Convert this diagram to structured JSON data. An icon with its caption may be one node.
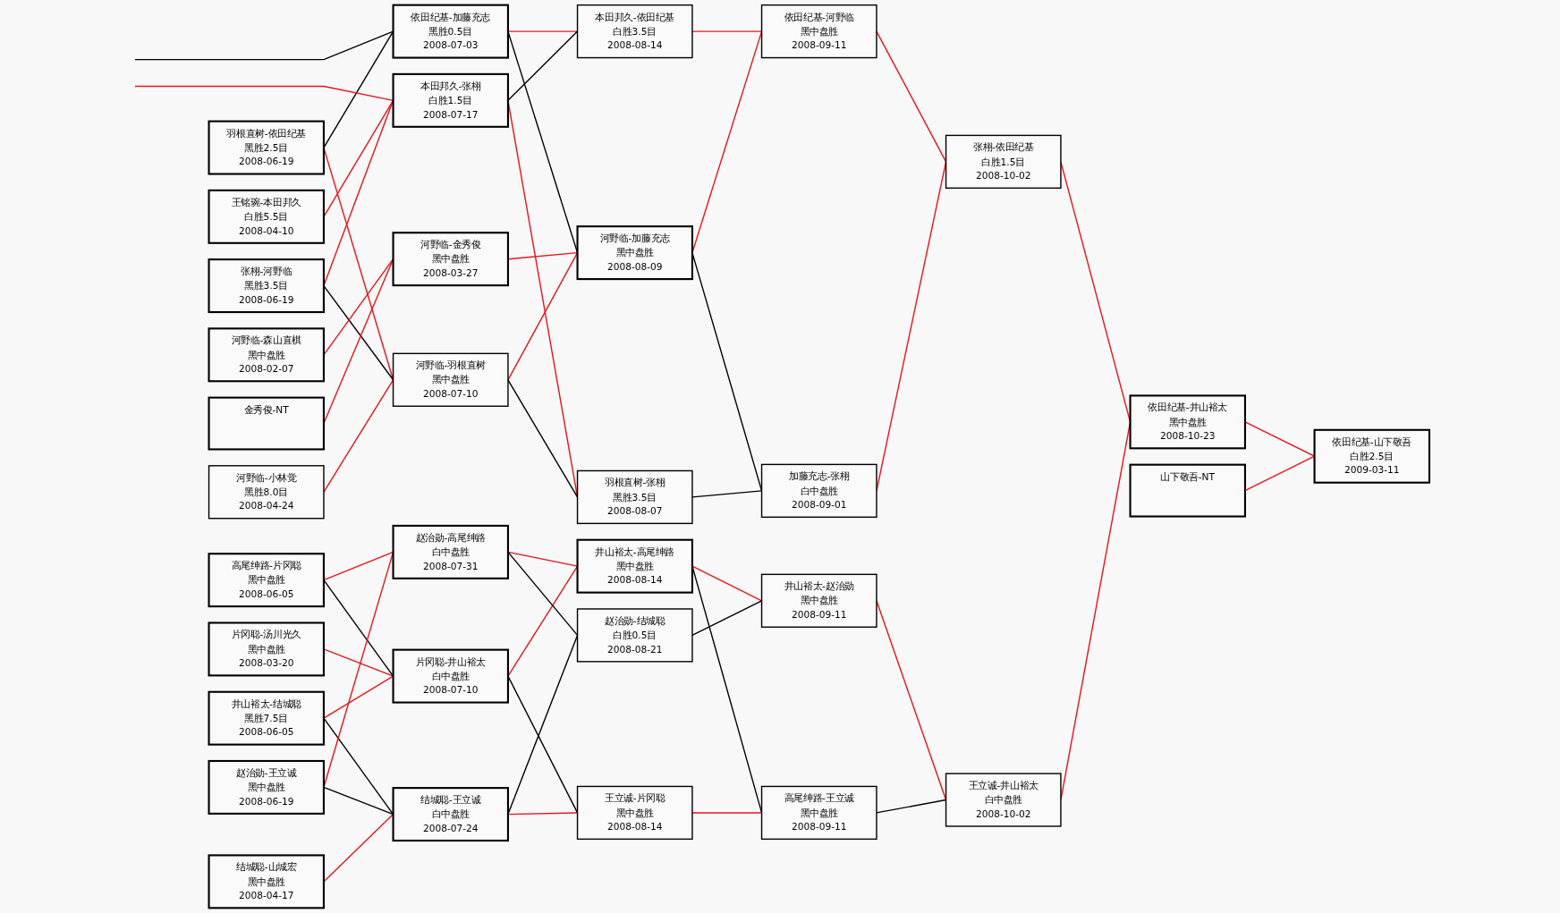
{
  "diagram": {
    "nodes": [
      {
        "text": [
          "羽根直树-依田纪基",
          "黑胜2.5目",
          "2008-06-19"
        ]
      },
      {
        "text": [
          "张栩-河野临",
          "黑胜3.5目",
          "2008-06-19"
        ]
      },
      {
        "text": [
          "王铭琬-本田邦久",
          "白胜5.5目",
          "2008-04-10"
        ]
      },
      {
        "text": [
          "河野临-森山直棋",
          "黑中盘胜",
          "2008-02-07"
        ]
      },
      {
        "text": [
          "金秀俊-NT"
        ]
      },
      {
        "text": [
          "河野临-小林觉",
          "黑胜8.0目",
          "2008-04-24"
        ]
      },
      {
        "text": [
          "井山裕太-结城聪",
          "黑胜7.5目",
          "2008-06-05"
        ]
      },
      {
        "text": [
          "片冈聪-汤川光久",
          "黑中盘胜",
          "2008-03-20"
        ]
      },
      {
        "text": [
          "高尾绅路-片冈聪",
          "黑中盘胜",
          "2008-06-05"
        ]
      },
      {
        "text": [
          "赵治勋-王立诚",
          "黑中盘胜",
          "2008-06-19"
        ]
      },
      {
        "text": [
          "结城聪-山城宏",
          "黑中盘胜",
          "2008-04-17"
        ]
      },
      {
        "text": [
          "依田纪基-加藤充志",
          "黑胜0.5目",
          "2008-07-03"
        ]
      },
      {
        "text": [
          "本田邦久-张栩",
          "白胜1.5目",
          "2008-07-17"
        ]
      },
      {
        "text": [
          "河野临-金秀俊",
          "黑中盘胜",
          "2008-03-27"
        ]
      },
      {
        "text": [
          "河野临-羽根直树",
          "黑中盘胜",
          "2008-07-10"
        ]
      },
      {
        "text": [
          "片冈聪-井山裕太",
          "白中盘胜",
          "2008-07-10"
        ]
      },
      {
        "text": [
          "赵治勋-高尾绅路",
          "白中盘胜",
          "2008-07-31"
        ]
      },
      {
        "text": [
          "结城聪-王立诚",
          "白中盘胜",
          "2008-07-24"
        ]
      },
      {
        "text": [
          "本田邦久-依田纪基",
          "白胜3.5目",
          "2008-08-14"
        ]
      },
      {
        "text": [
          "河野临-加藤充志",
          "黑中盘胜",
          "2008-08-09"
        ]
      },
      {
        "text": [
          "羽根直树-张栩",
          "黑胜3.5目",
          "2008-08-07"
        ]
      },
      {
        "text": [
          "井山裕太-高尾绅路",
          "黑中盘胜",
          "2008-08-14"
        ]
      },
      {
        "text": [
          "赵治勋-结城聪",
          "白胜0.5目",
          "2008-08-21"
        ]
      },
      {
        "text": [
          "王立诚-片冈聪",
          "黑中盘胜",
          "2008-08-14"
        ]
      },
      {
        "text": [
          "依田纪基-河野临",
          "黑中盘胜",
          "2008-09-11"
        ]
      },
      {
        "text": [
          "加藤充志-张栩",
          "白中盘胜",
          "2008-09-01"
        ]
      },
      {
        "text": [
          "井山裕太-赵治勋",
          "黑中盘胜",
          "2008-09-11"
        ]
      },
      {
        "text": [
          "高尾绅路-王立诚",
          "黑中盘胜",
          "2008-09-11"
        ]
      },
      {
        "text": [
          "张栩-依田纪基",
          "白胜1.5目",
          "2008-10-02"
        ]
      },
      {
        "text": [
          "王立诚-井山裕太",
          "白中盘胜",
          "2008-10-02"
        ]
      },
      {
        "text": [
          "山下敬吾-NT"
        ]
      },
      {
        "text": [
          "依田纪基-井山裕太",
          "黑中盘胜",
          "2008-10-23"
        ]
      },
      {
        "text": [
          "依田纪基-山下敬吾",
          "白胜2.5目",
          "2009-03-11"
        ]
      }
    ],
    "edges": [
      {
        "from": 0,
        "to": 11,
        "arrow": "none",
        "color": "#000000"
      },
      {
        "from": 0,
        "to": 14,
        "arrow": "none"
      },
      {
        "from": null,
        "to": 11,
        "arrow": "none",
        "color": "#000000"
      },
      {
        "from": 1,
        "to": 12,
        "arrow": "none"
      },
      {
        "from": null,
        "to": 12,
        "arrow": "none"
      },
      {
        "from": 1,
        "to": 14,
        "arrow": "none",
        "color": "#000000"
      },
      {
        "from": 2,
        "to": 12,
        "arrow": "none"
      },
      {
        "from": 3,
        "to": 13,
        "arrow": "none"
      },
      {
        "from": 4,
        "to": 13,
        "arrow": "none"
      },
      {
        "from": 5,
        "to": 14,
        "arrow": "none"
      },
      {
        "from": 6,
        "to": 15,
        "arrow": "none"
      },
      {
        "from": 6,
        "to": 17,
        "arrow": "none",
        "color": "#000000"
      },
      {
        "from": 7,
        "to": 15,
        "arrow": "none"
      },
      {
        "from": 8,
        "to": 15,
        "arrow": "none",
        "color": "#000000"
      },
      {
        "from": 8,
        "to": 16,
        "arrow": "none"
      },
      {
        "from": 9,
        "to": 16,
        "arrow": "none"
      },
      {
        "from": 9,
        "to": 17,
        "arrow": "none",
        "color": "#000000"
      },
      {
        "from": 10,
        "to": 17,
        "arrow": "none"
      },
      {
        "from": 11,
        "to": 18,
        "arrow": "none"
      },
      {
        "from": 11,
        "to": 19,
        "arrow": "none",
        "color": "#000000"
      },
      {
        "from": 12,
        "to": 18,
        "arrow": "none",
        "color": "#000000"
      },
      {
        "from": 12,
        "to": 20,
        "arrow": "none"
      },
      {
        "from": 13,
        "to": 19,
        "arrow": "none"
      },
      {
        "from": 14,
        "to": 19,
        "arrow": "none"
      },
      {
        "from": 14,
        "to": 20,
        "arrow": "none",
        "color": "#000000"
      },
      {
        "from": 15,
        "to": 21,
        "arrow": "none"
      },
      {
        "from": 15,
        "to": 23,
        "arrow": "none",
        "color": "#000000"
      },
      {
        "from": 16,
        "to": 21,
        "arrow": "none"
      },
      {
        "from": 16,
        "to": 22,
        "arrow": "none",
        "color": "#000000"
      },
      {
        "from": 17,
        "to": 22,
        "arrow": "none",
        "color": "#000000"
      },
      {
        "from": 17,
        "to": 23,
        "arrow": "none"
      },
      {
        "from": 18,
        "to": 24,
        "arrow": "none"
      },
      {
        "from": 19,
        "to": 24,
        "arrow": "none"
      },
      {
        "from": 19,
        "to": 25,
        "arrow": "none",
        "color": "#000000"
      },
      {
        "from": 20,
        "to": 25,
        "arrow": "none",
        "color": "#000000"
      },
      {
        "from": 21,
        "to": 26,
        "arrow": "none"
      },
      {
        "from": 21,
        "to": 27,
        "arrow": "none",
        "color": "#000000"
      },
      {
        "from": 22,
        "to": 26,
        "arrow": "none",
        "color": "#000000"
      },
      {
        "from": 23,
        "to": 27,
        "arrow": "none"
      },
      {
        "from": 24,
        "to": 28,
        "arrow": "none"
      },
      {
        "from": 25,
        "to": 28,
        "arrow": "none"
      },
      {
        "from": 26,
        "to": 29,
        "arrow": "none"
      },
      {
        "from": 27,
        "to": 29,
        "arrow": "none",
        "color": "#000000"
      },
      {
        "from": 28,
        "to": 31,
        "arrow": "none"
      },
      {
        "from": 29,
        "to": 31,
        "arrow": "none"
      },
      {
        "from": 31,
        "to": 32,
        "arrow": "none"
      },
      {
        "from": 30,
        "to": 32,
        "arrow": "none"
      }
    ]
  }
}
